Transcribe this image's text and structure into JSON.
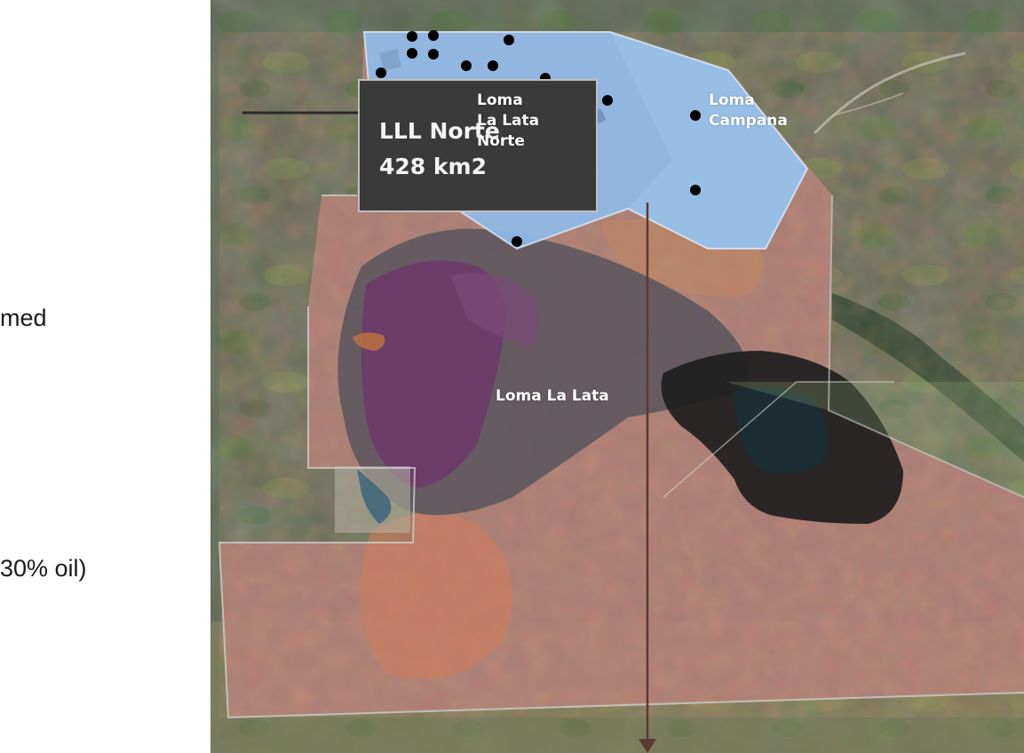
{
  "side_text": {
    "line1": "med",
    "line2": "30% oil)"
  },
  "callout": {
    "title": "LLL Norte",
    "area": "428 km2"
  },
  "labels": {
    "lll_norte": [
      "Loma",
      "La Lata",
      "Norte"
    ],
    "campana": [
      "Loma",
      "Campana"
    ],
    "loma_la_lata": "Loma La Lata"
  },
  "map_layers": {
    "lll_norte_block": "blue",
    "main_block": "red",
    "main_block_center": "purple-dark",
    "east_dark_area": "dark"
  },
  "colors": {
    "lll_norte_fill": "#8fb8e6",
    "main_block_fill": "#b88c84",
    "purple_core": "#6f3d6c",
    "dark_area": "#1f1f1f",
    "base_map": "#586452",
    "arrow": "#5c3a34"
  },
  "icons": {
    "well_marker": "filled-circle",
    "callout_arrow": "arrow-right",
    "vertical_arrow": "arrow-down"
  }
}
